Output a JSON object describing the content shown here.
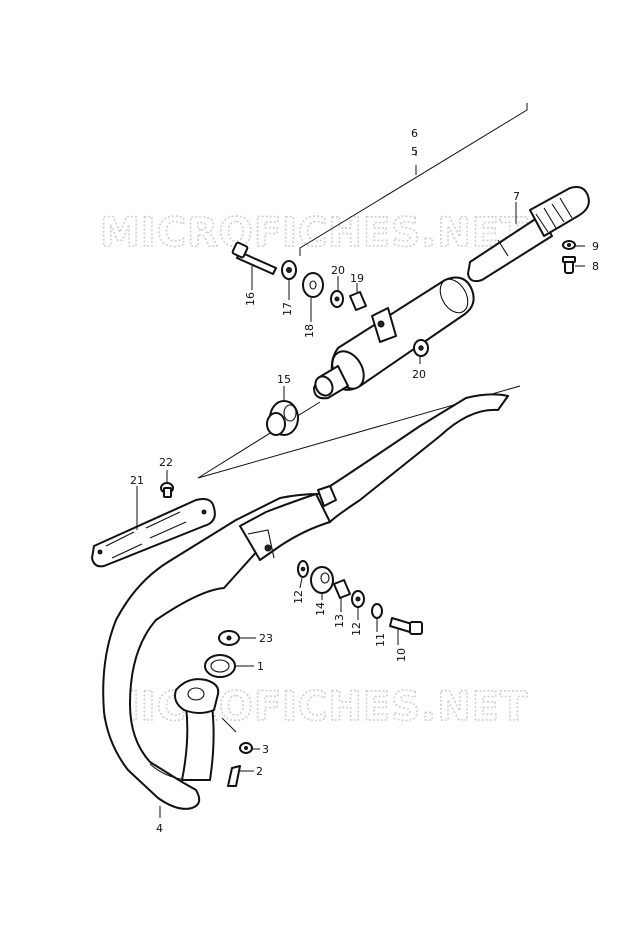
{
  "watermark": "MICROFICHES.NET",
  "labels": {
    "p1": "1",
    "p2": "2",
    "p3": "3",
    "p4": "4",
    "p5": "5",
    "p6": "6",
    "p7": "7",
    "p8": "8",
    "p9": "9",
    "p10": "10",
    "p11": "11",
    "p12a": "12",
    "p12b": "12",
    "p13": "13",
    "p14": "14",
    "p15": "15",
    "p16": "16",
    "p17": "17",
    "p18": "18",
    "p19": "19",
    "p20a": "20",
    "p20b": "20",
    "p21": "21",
    "p22": "22",
    "p23": "23"
  },
  "colors": {
    "line": "#111111",
    "watermark": "#cfcfcf",
    "background": "#ffffff"
  }
}
